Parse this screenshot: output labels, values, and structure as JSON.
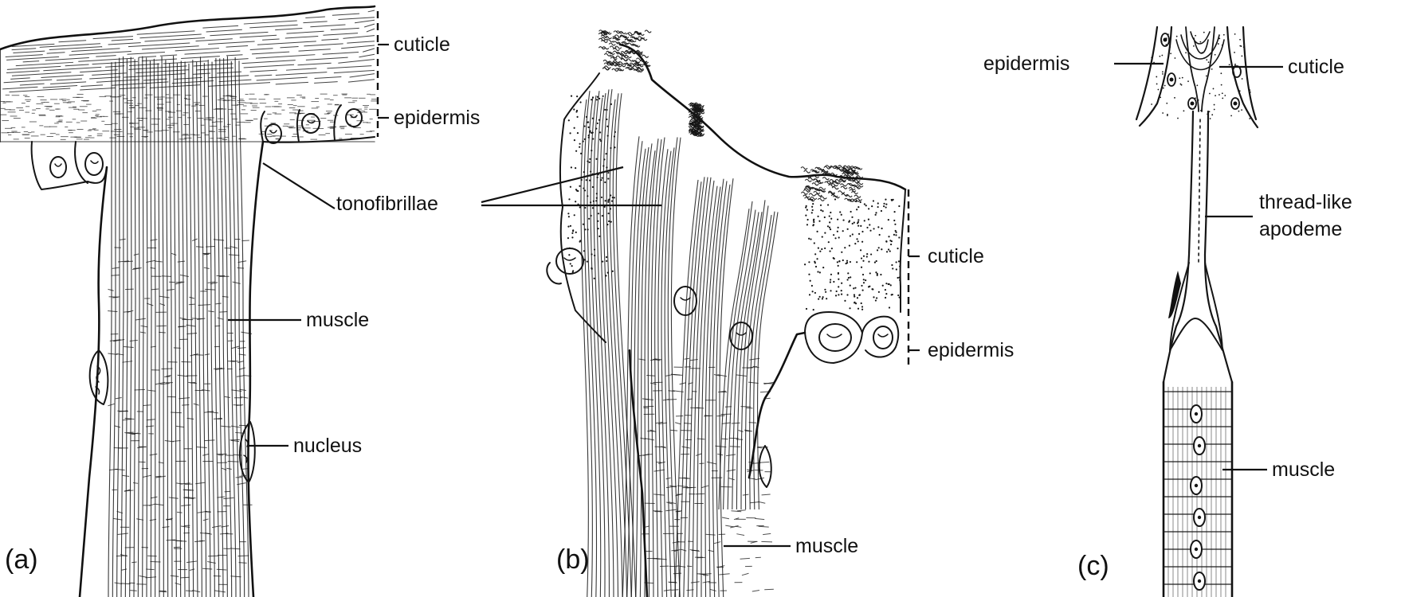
{
  "panels": [
    {
      "id": "a",
      "panel_label": "(a)",
      "labels": {
        "cuticle": "cuticle",
        "epidermis": "epidermis",
        "tonofibrillae": "tonofibrillae",
        "muscle": "muscle",
        "nucleus": "nucleus"
      }
    },
    {
      "id": "b",
      "panel_label": "(b)",
      "labels": {
        "cuticle": "cuticle",
        "epidermis": "epidermis",
        "muscle": "muscle"
      }
    },
    {
      "id": "c",
      "panel_label": "(c)",
      "labels": {
        "epidermis": "epidermis",
        "cuticle": "cuticle",
        "apodeme_line1": "thread-like",
        "apodeme_line2": "apodeme",
        "muscle": "muscle"
      }
    }
  ],
  "colors": {
    "ink": "#111111",
    "background": "#ffffff"
  }
}
